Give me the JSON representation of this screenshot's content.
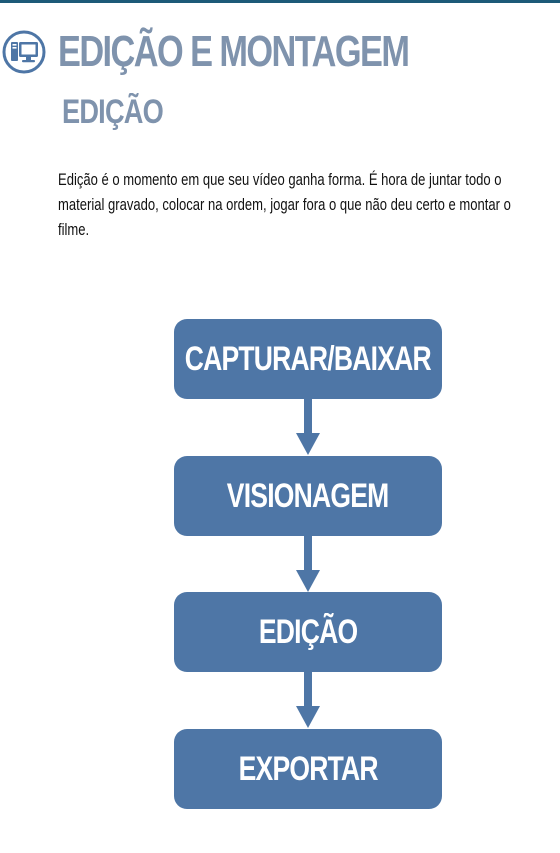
{
  "header": {
    "title": "EDIÇÃO E MONTAGEM",
    "subtitle": "EDIÇÃO",
    "icon": "computer-icon"
  },
  "intro": {
    "text": "Edição é o momento em que seu vídeo ganha forma. É hora de juntar todo o material gravado, colocar na ordem, jogar fora o que não deu certo e montar o filme."
  },
  "flow": {
    "steps": [
      "CAPTURAR/BAIXAR",
      "VISIONAGEM",
      "EDIÇÃO",
      "EXPORTAR"
    ]
  },
  "colors": {
    "accent_rule": "#1d5a78",
    "title": "#7f93ad",
    "box": "#4e76a6",
    "arrow": "#4e76a6"
  }
}
